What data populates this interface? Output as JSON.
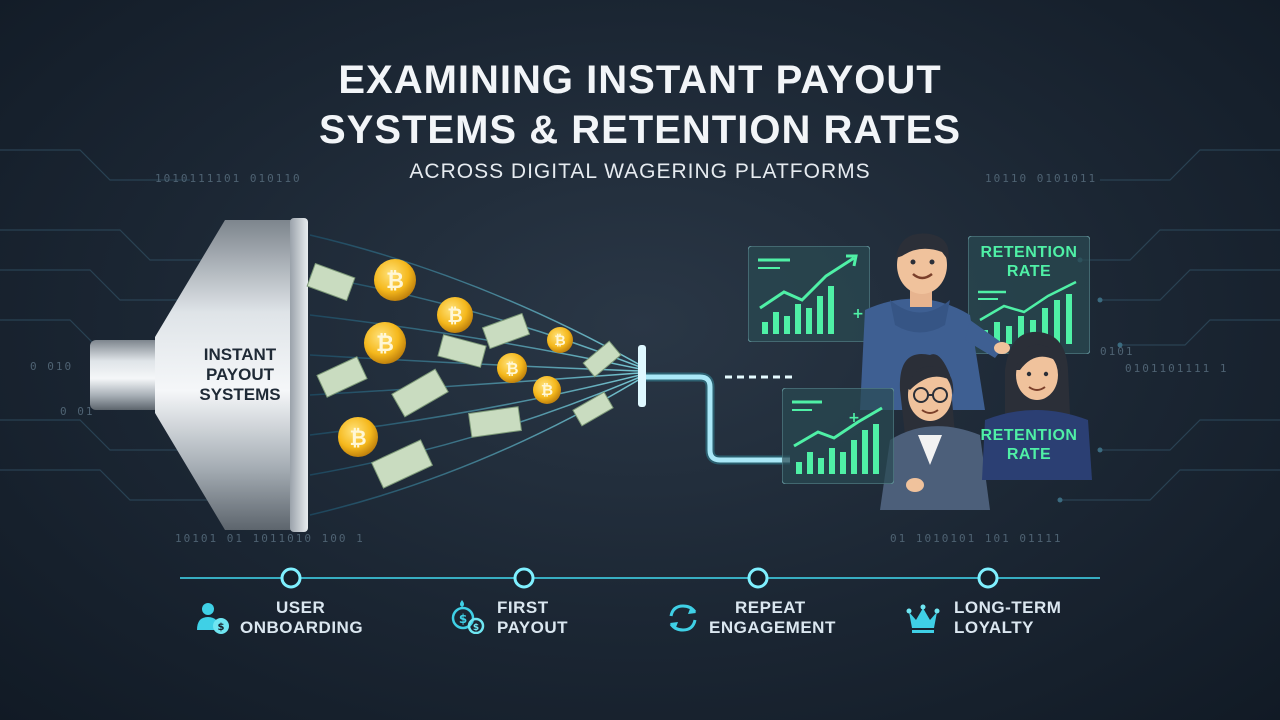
{
  "title_line1": "EXAMINING INSTANT PAYOUT",
  "title_line2": "SYSTEMS & RETENTION RATES",
  "subtitle": "ACROSS DIGITAL WAGERING PLATFORMS",
  "funnel_label": [
    "INSTANT",
    "PAYOUT",
    "SYSTEMS"
  ],
  "retention_panels": [
    {
      "label_line1": "RETENTION",
      "label_line2": "RATE"
    },
    {
      "label_line1": "RETENTION",
      "label_line2": "RATE"
    }
  ],
  "binary_text": {
    "top_left": "1010111101 010110",
    "top_right": "10110 0101011",
    "mid_left": "0 010",
    "mid_left2": "0 01",
    "mid_right": "0101",
    "mid_right2": "0101101111 1",
    "bottom_left": "10101 01 1011010 100 1",
    "bottom_right": "01 1010101 101 01111"
  },
  "stages": [
    {
      "line1": "USER",
      "line2": "ONBOARDING",
      "icon": "users-icon"
    },
    {
      "line1": "FIRST",
      "line2": "PAYOUT",
      "icon": "coins-icon"
    },
    {
      "line1": "REPEAT",
      "line2": "ENGAGEMENT",
      "icon": "cycle-icon"
    },
    {
      "line1": "LONG-TERM",
      "line2": "LOYALTY",
      "icon": "crown-icon"
    }
  ],
  "colors": {
    "accent": "#3fd0e6",
    "green": "#4ff0a6",
    "gold": "#f5b81c"
  }
}
